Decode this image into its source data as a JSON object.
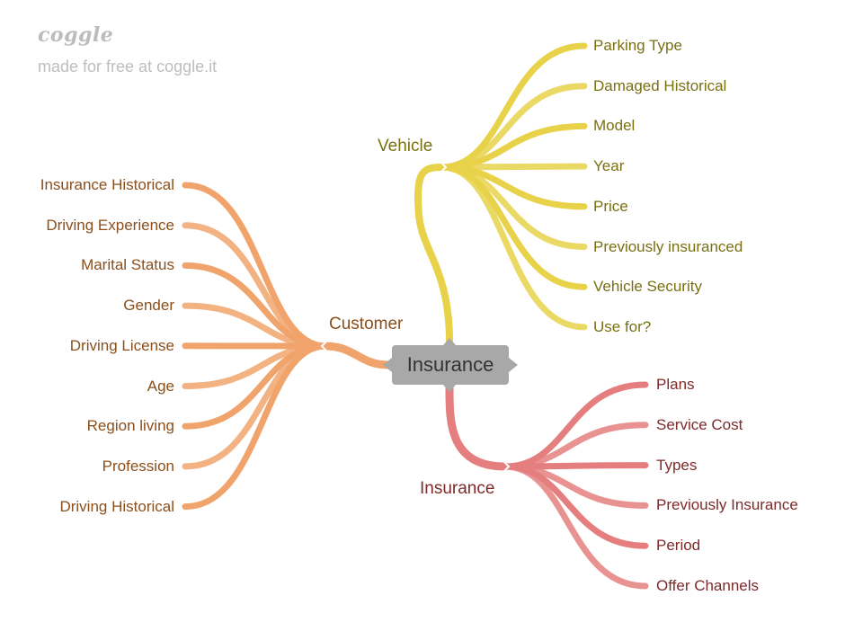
{
  "watermark": {
    "logo": "coggle",
    "subtitle": "made for free at coggle.it"
  },
  "root": {
    "label": "Insurance",
    "color": "#a8a8a8"
  },
  "branches": {
    "vehicle": {
      "label": "Vehicle",
      "color": "#e8d24a",
      "text_color": "#7a7012",
      "children": [
        "Parking Type",
        "Damaged Historical",
        "Model",
        "Year",
        "Price",
        "Previously insuranced",
        "Vehicle Security",
        "Use for?"
      ]
    },
    "customer": {
      "label": "Customer",
      "color": "#f0a46c",
      "text_color": "#8a4f1c",
      "children": [
        "Insurance Historical",
        "Driving Experience",
        "Marital Status",
        "Gender",
        "Driving License",
        "Age",
        "Region living",
        "Profession",
        "Driving Historical"
      ]
    },
    "insurance": {
      "label": "Insurance",
      "color": "#e57f7f",
      "text_color": "#7e2a2a",
      "children": [
        "Plans",
        "Service Cost",
        "Types",
        "Previously Insurance",
        "Period",
        "Offer Channels"
      ]
    }
  }
}
